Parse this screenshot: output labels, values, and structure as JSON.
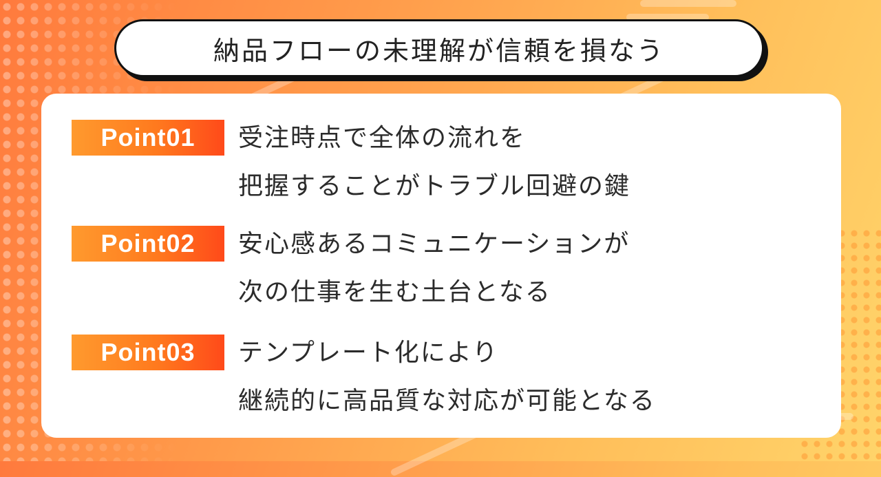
{
  "title": "納品フローの未理解が信頼を損なう",
  "points": [
    {
      "badge": "Point01",
      "lines": [
        "受注時点で全体の流れを",
        "把握することがトラブル回避の鍵"
      ]
    },
    {
      "badge": "Point02",
      "lines": [
        "安心感あるコミュニケーションが",
        "次の仕事を生む土台となる"
      ]
    },
    {
      "badge": "Point03",
      "lines": [
        "テンプレート化により",
        "継続的に高品質な対応が可能となる"
      ]
    }
  ],
  "colors": {
    "badge_start": "#ff9a2e",
    "badge_end": "#ff4a1a",
    "background_start": "#ff7a3d",
    "background_end": "#ffd46a",
    "text": "#2b2b2b"
  }
}
